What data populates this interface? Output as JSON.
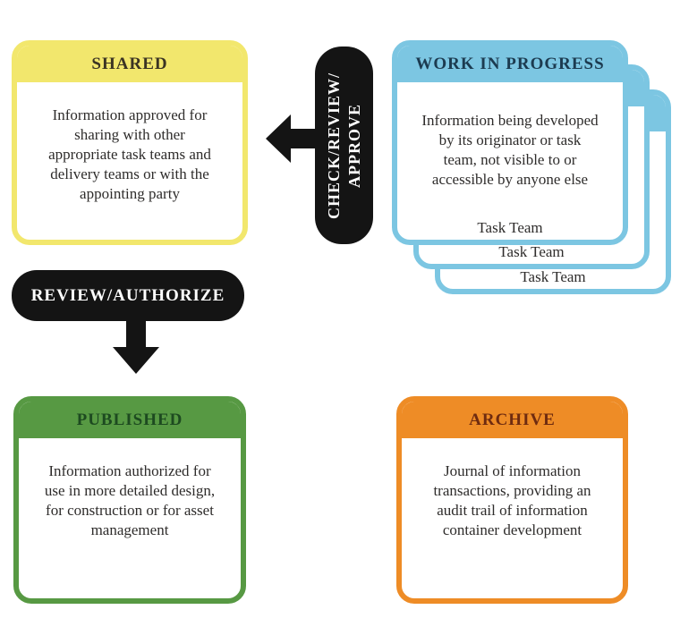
{
  "colors": {
    "yellow": "#f2e76d",
    "blue": "#7cc6e2",
    "green": "#579943",
    "orange": "#ee8c26",
    "black": "#141414",
    "body_text": "#2e2c2b",
    "title_shared": "#3b3423",
    "title_wip": "#1c3b50",
    "title_published": "#1d4a20",
    "title_archive": "#6e2b10"
  },
  "cards": {
    "shared": {
      "title": "SHARED",
      "body": "Information approved for\nsharing with other\nappropriate task teams and\ndelivery teams or with the\nappointing party"
    },
    "work_in_progress": {
      "title": "WORK IN PROGRESS",
      "body": "Information being developed\nby its originator or task\nteam, not visible to or\naccessible by anyone else",
      "task_teams": [
        "Task Team",
        "Task Team",
        "Task Team"
      ]
    },
    "published": {
      "title": "PUBLISHED",
      "body": "Information authorized for\nuse in more detailed design,\nfor construction or for asset\nmanagement"
    },
    "archive": {
      "title": "ARCHIVE",
      "body": "Journal of information\ntransactions, providing an\naudit trail of information\ncontainer development"
    }
  },
  "connectors": {
    "check_review_approve": {
      "label": "CHECK/REVIEW/\nAPPROVE"
    },
    "review_authorize": {
      "label": "REVIEW/AUTHORIZE"
    }
  }
}
